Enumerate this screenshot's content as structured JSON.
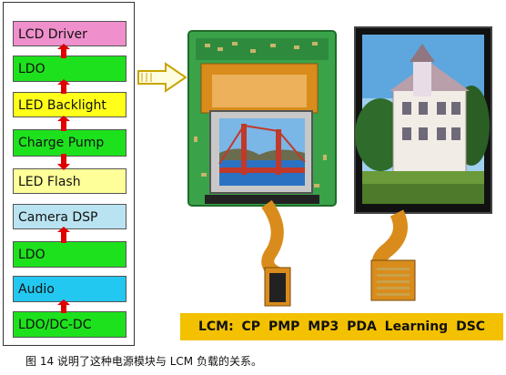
{
  "blocks": [
    {
      "label": "LCD Driver",
      "color": "#ef8fcb"
    },
    {
      "label": "LDO",
      "color": "#1ee11e"
    },
    {
      "label": "LED Backlight",
      "color": "#ffff1a"
    },
    {
      "label": "Charge Pump",
      "color": "#1ee11e"
    },
    {
      "label": "LED Flash",
      "color": "#ffff99"
    },
    {
      "label": "Camera DSP",
      "color": "#b9e3f1"
    },
    {
      "label": "LDO",
      "color": "#1ee11e"
    },
    {
      "label": "Audio",
      "color": "#22c8ef"
    },
    {
      "label": "LDO/DC-DC",
      "color": "#1ee11e"
    }
  ],
  "arrow_color": "#e00000",
  "banner": {
    "text": "LCM:  CP  PMP  MP3  PDA  Learning DSC",
    "color": "#f3c100"
  },
  "caption": "图 14 说明了这种电源模块与 LCM 负载的关系。",
  "photos": [
    "lcm-circuit-board-photo",
    "lcd-display-module-photo"
  ]
}
